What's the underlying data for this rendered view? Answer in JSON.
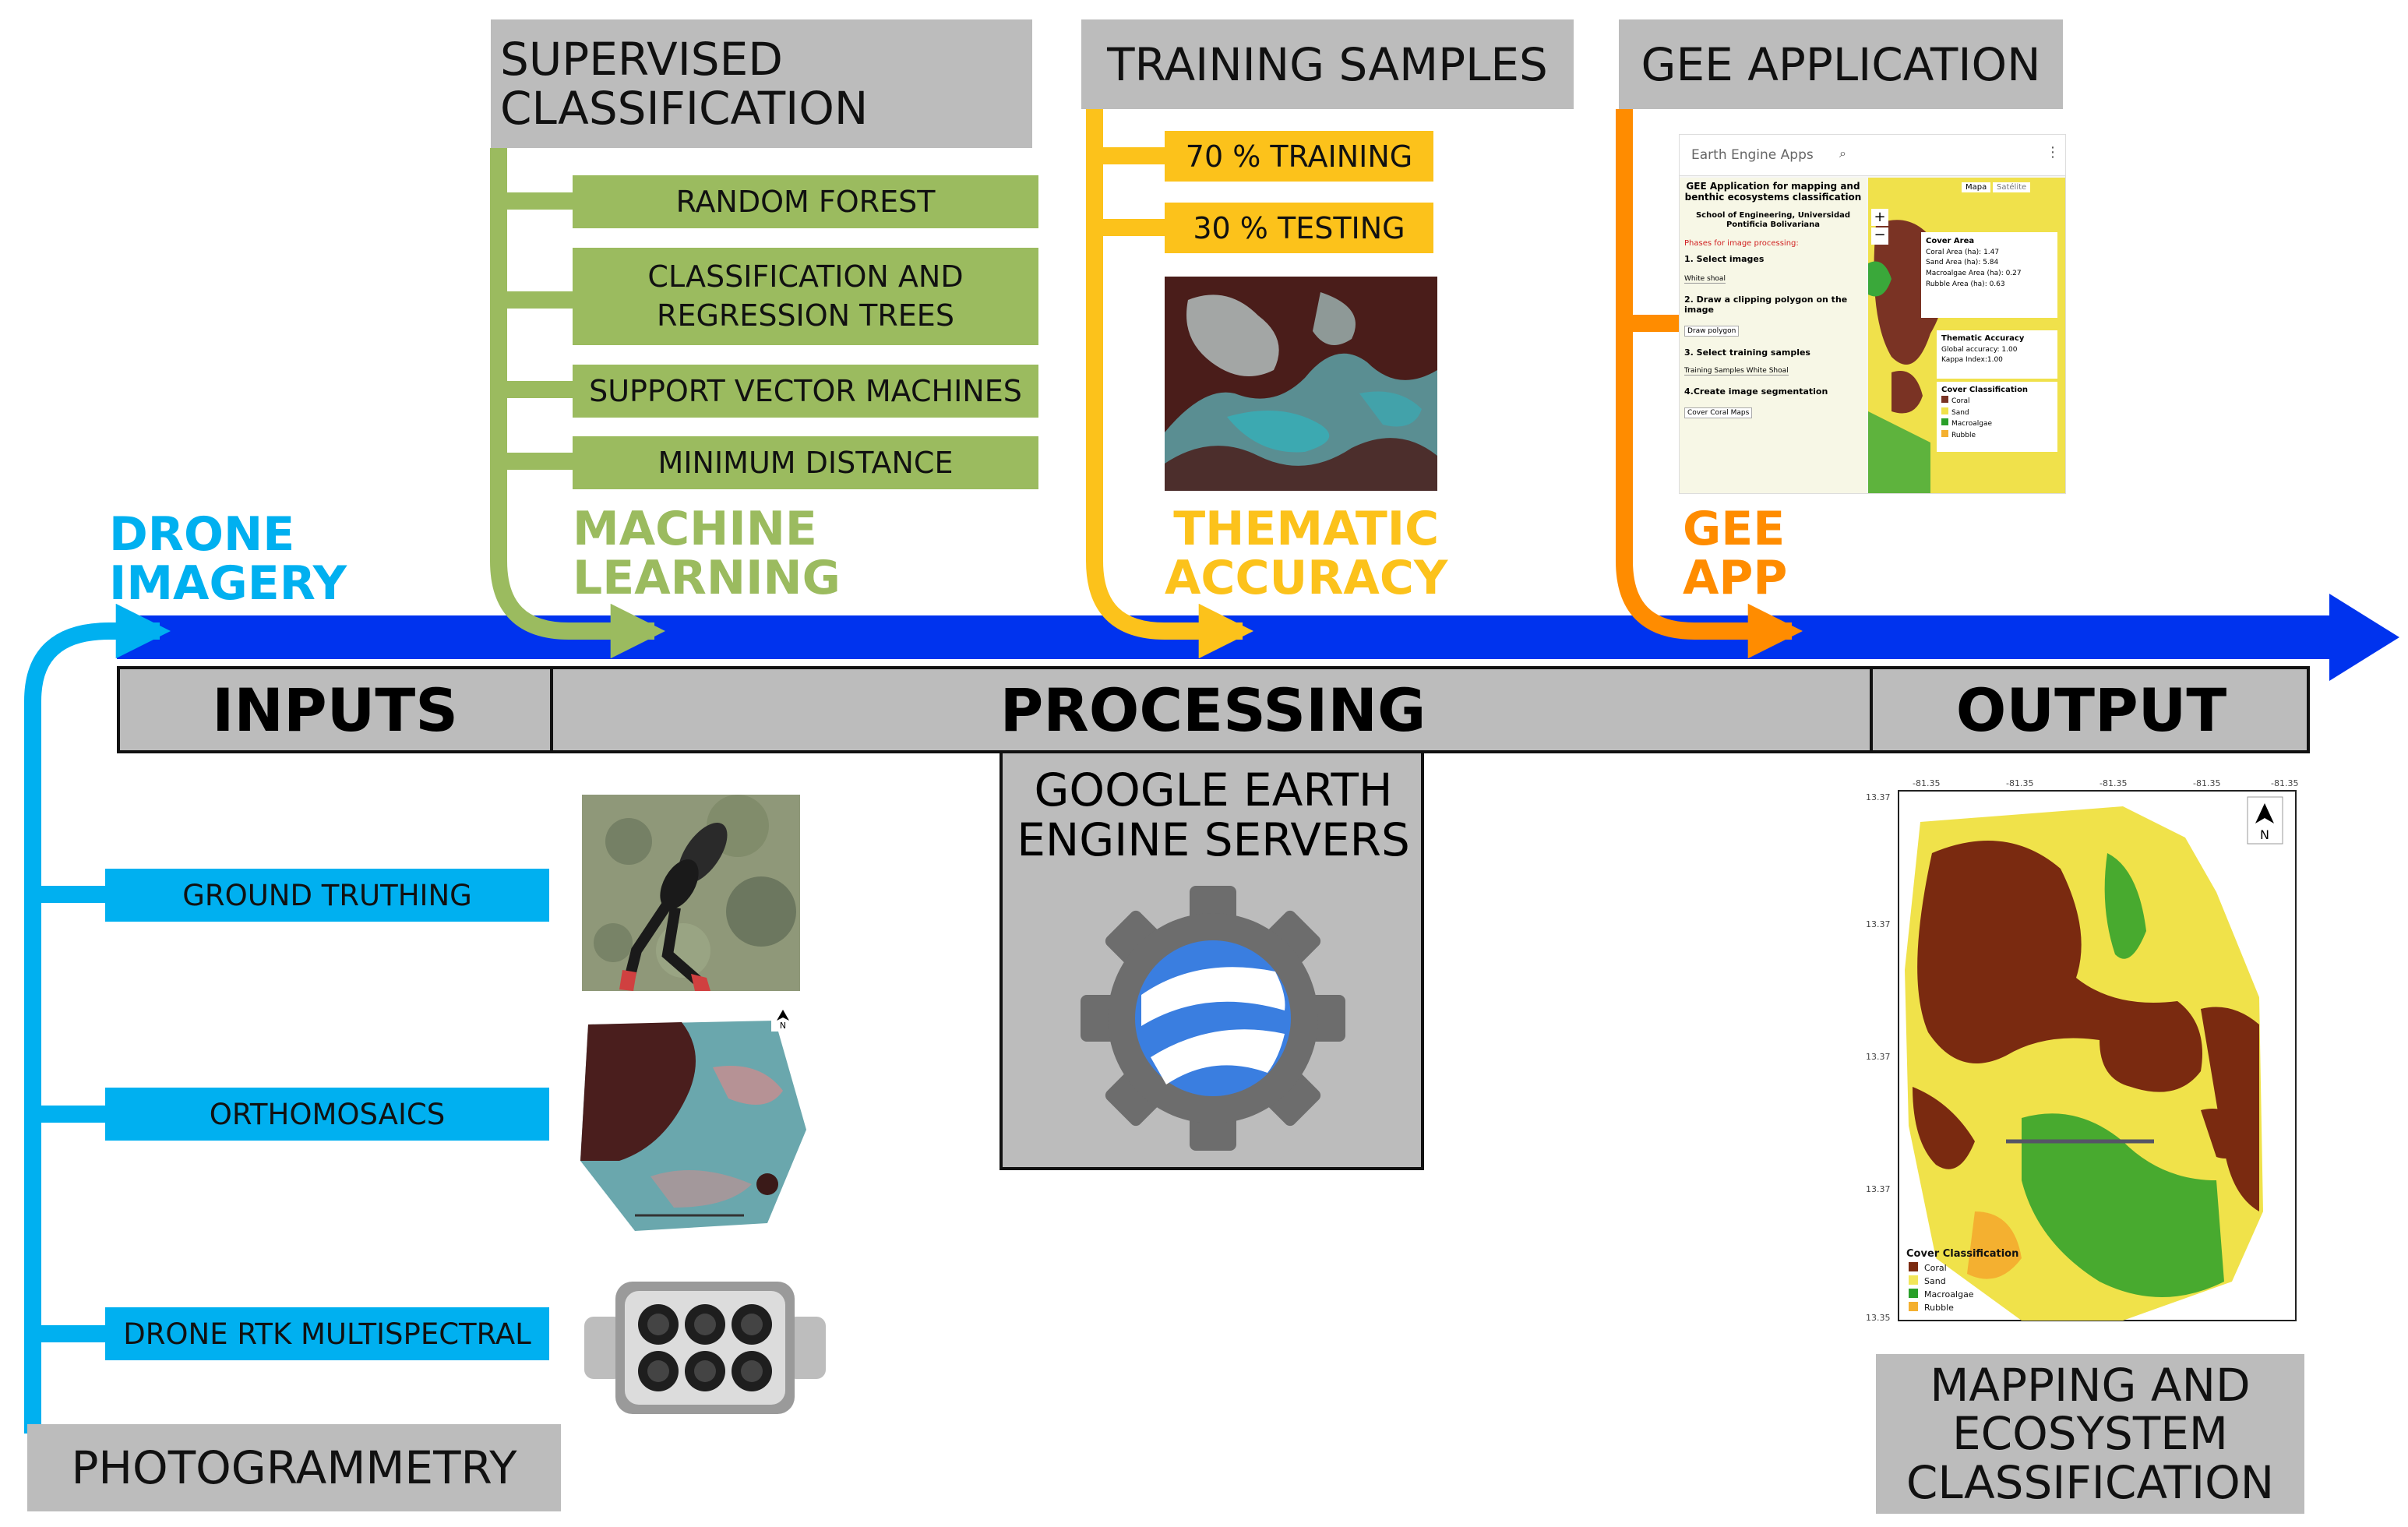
{
  "stages": {
    "drone_imagery": "DRONE\nIMAGERY",
    "machine_learning": "MACHINE\nLEARNING",
    "thematic_accuracy": "THEMATIC\nACCURACY",
    "gee_app": "GEE\nAPP"
  },
  "headers": {
    "supervised": "SUPERVISED\nCLASSIFICATION",
    "training_samples": "TRAINING SAMPLES",
    "gee_application": "GEE APPLICATION"
  },
  "ml_methods": [
    "RANDOM FOREST",
    "CLASSIFICATION AND\nREGRESSION TREES",
    "SUPPORT VECTOR MACHINES",
    "MINIMUM DISTANCE"
  ],
  "samples": [
    "70 % TRAINING",
    "30 % TESTING"
  ],
  "bar": {
    "inputs": "INPUTS",
    "processing": "PROCESSING",
    "output": "OUTPUT"
  },
  "gee_servers": "GOOGLE EARTH\nENGINE SERVERS",
  "inputs": [
    "GROUND TRUTHING",
    "ORTHOMOSAICS",
    "DRONE RTK MULTISPECTRAL"
  ],
  "photogrammetry": "PHOTOGRAMMETRY",
  "mapping": "MAPPING AND\nECOSYSTEM\nCLASSIFICATION",
  "app": {
    "search": "Earth Engine Apps",
    "title": "GEE Application for mapping and benthic ecosystems classification",
    "school": "School of Engineering, Universidad Pontificia Bolivariana",
    "phases": "Phases for image processing:",
    "step1": "1. Select images",
    "sel1": "White shoal",
    "step2": "2. Draw a clipping polygon on the image",
    "sel2": "Draw polygon",
    "step3": "3. Select training samples",
    "sel3": "Training Samples White Shoal",
    "step4": "4.Create image segmentation",
    "sel4": "Cover Coral Maps",
    "tab_a": "Mapa",
    "tab_b": "Satélite",
    "cover_area": "Cover Area",
    "coral_area": "Coral Area (ha): 1.47",
    "sand_area": "Sand Area (ha): 5.84",
    "macro_area": "Macroalgae Area (ha): 0.27",
    "rubble_area": "Rubble Area (ha): 0.63",
    "thematic": "Thematic Accuracy",
    "global": "Global accuracy: 1.00",
    "kappa": "Kappa Index:1.00",
    "cover_class": "Cover Classification",
    "legend": [
      "Coral",
      "Sand",
      "Macroalgae",
      "Rubble"
    ]
  },
  "map": {
    "north": "N",
    "top_ticks": [
      "-81.35",
      "-81.35",
      "-81.35",
      "-81.35",
      "-81.35"
    ],
    "left_ticks": [
      "13.37",
      "13.37",
      "13.37",
      "13.37",
      "13.35"
    ],
    "legend_title": "Cover Classification",
    "legend": [
      "Coral",
      "Sand",
      "Macroalgae",
      "Rubble"
    ]
  },
  "colors": {
    "green": "#9bbb5f",
    "yellow": "#fcc21b",
    "orange": "#ff8c00",
    "cyan": "#00b0f0",
    "arrow_blue": "#0033ee",
    "gray": "#bcbcbc",
    "coral": "#7a2a10",
    "sand": "#f2e65a",
    "macroalgae": "#2aa02a",
    "rubble": "#f4b030"
  }
}
